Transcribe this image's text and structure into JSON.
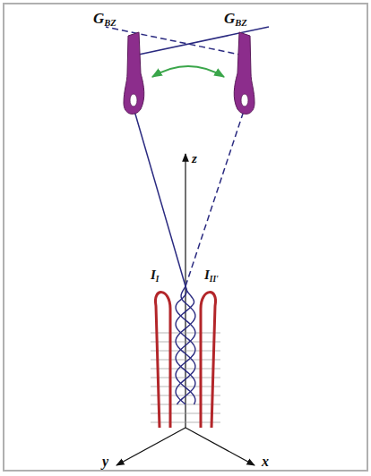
{
  "diagram": {
    "labels": [
      "GBZ",
      "GBZ",
      "z",
      "II",
      "III'",
      "y",
      "x"
    ]
  }
}
